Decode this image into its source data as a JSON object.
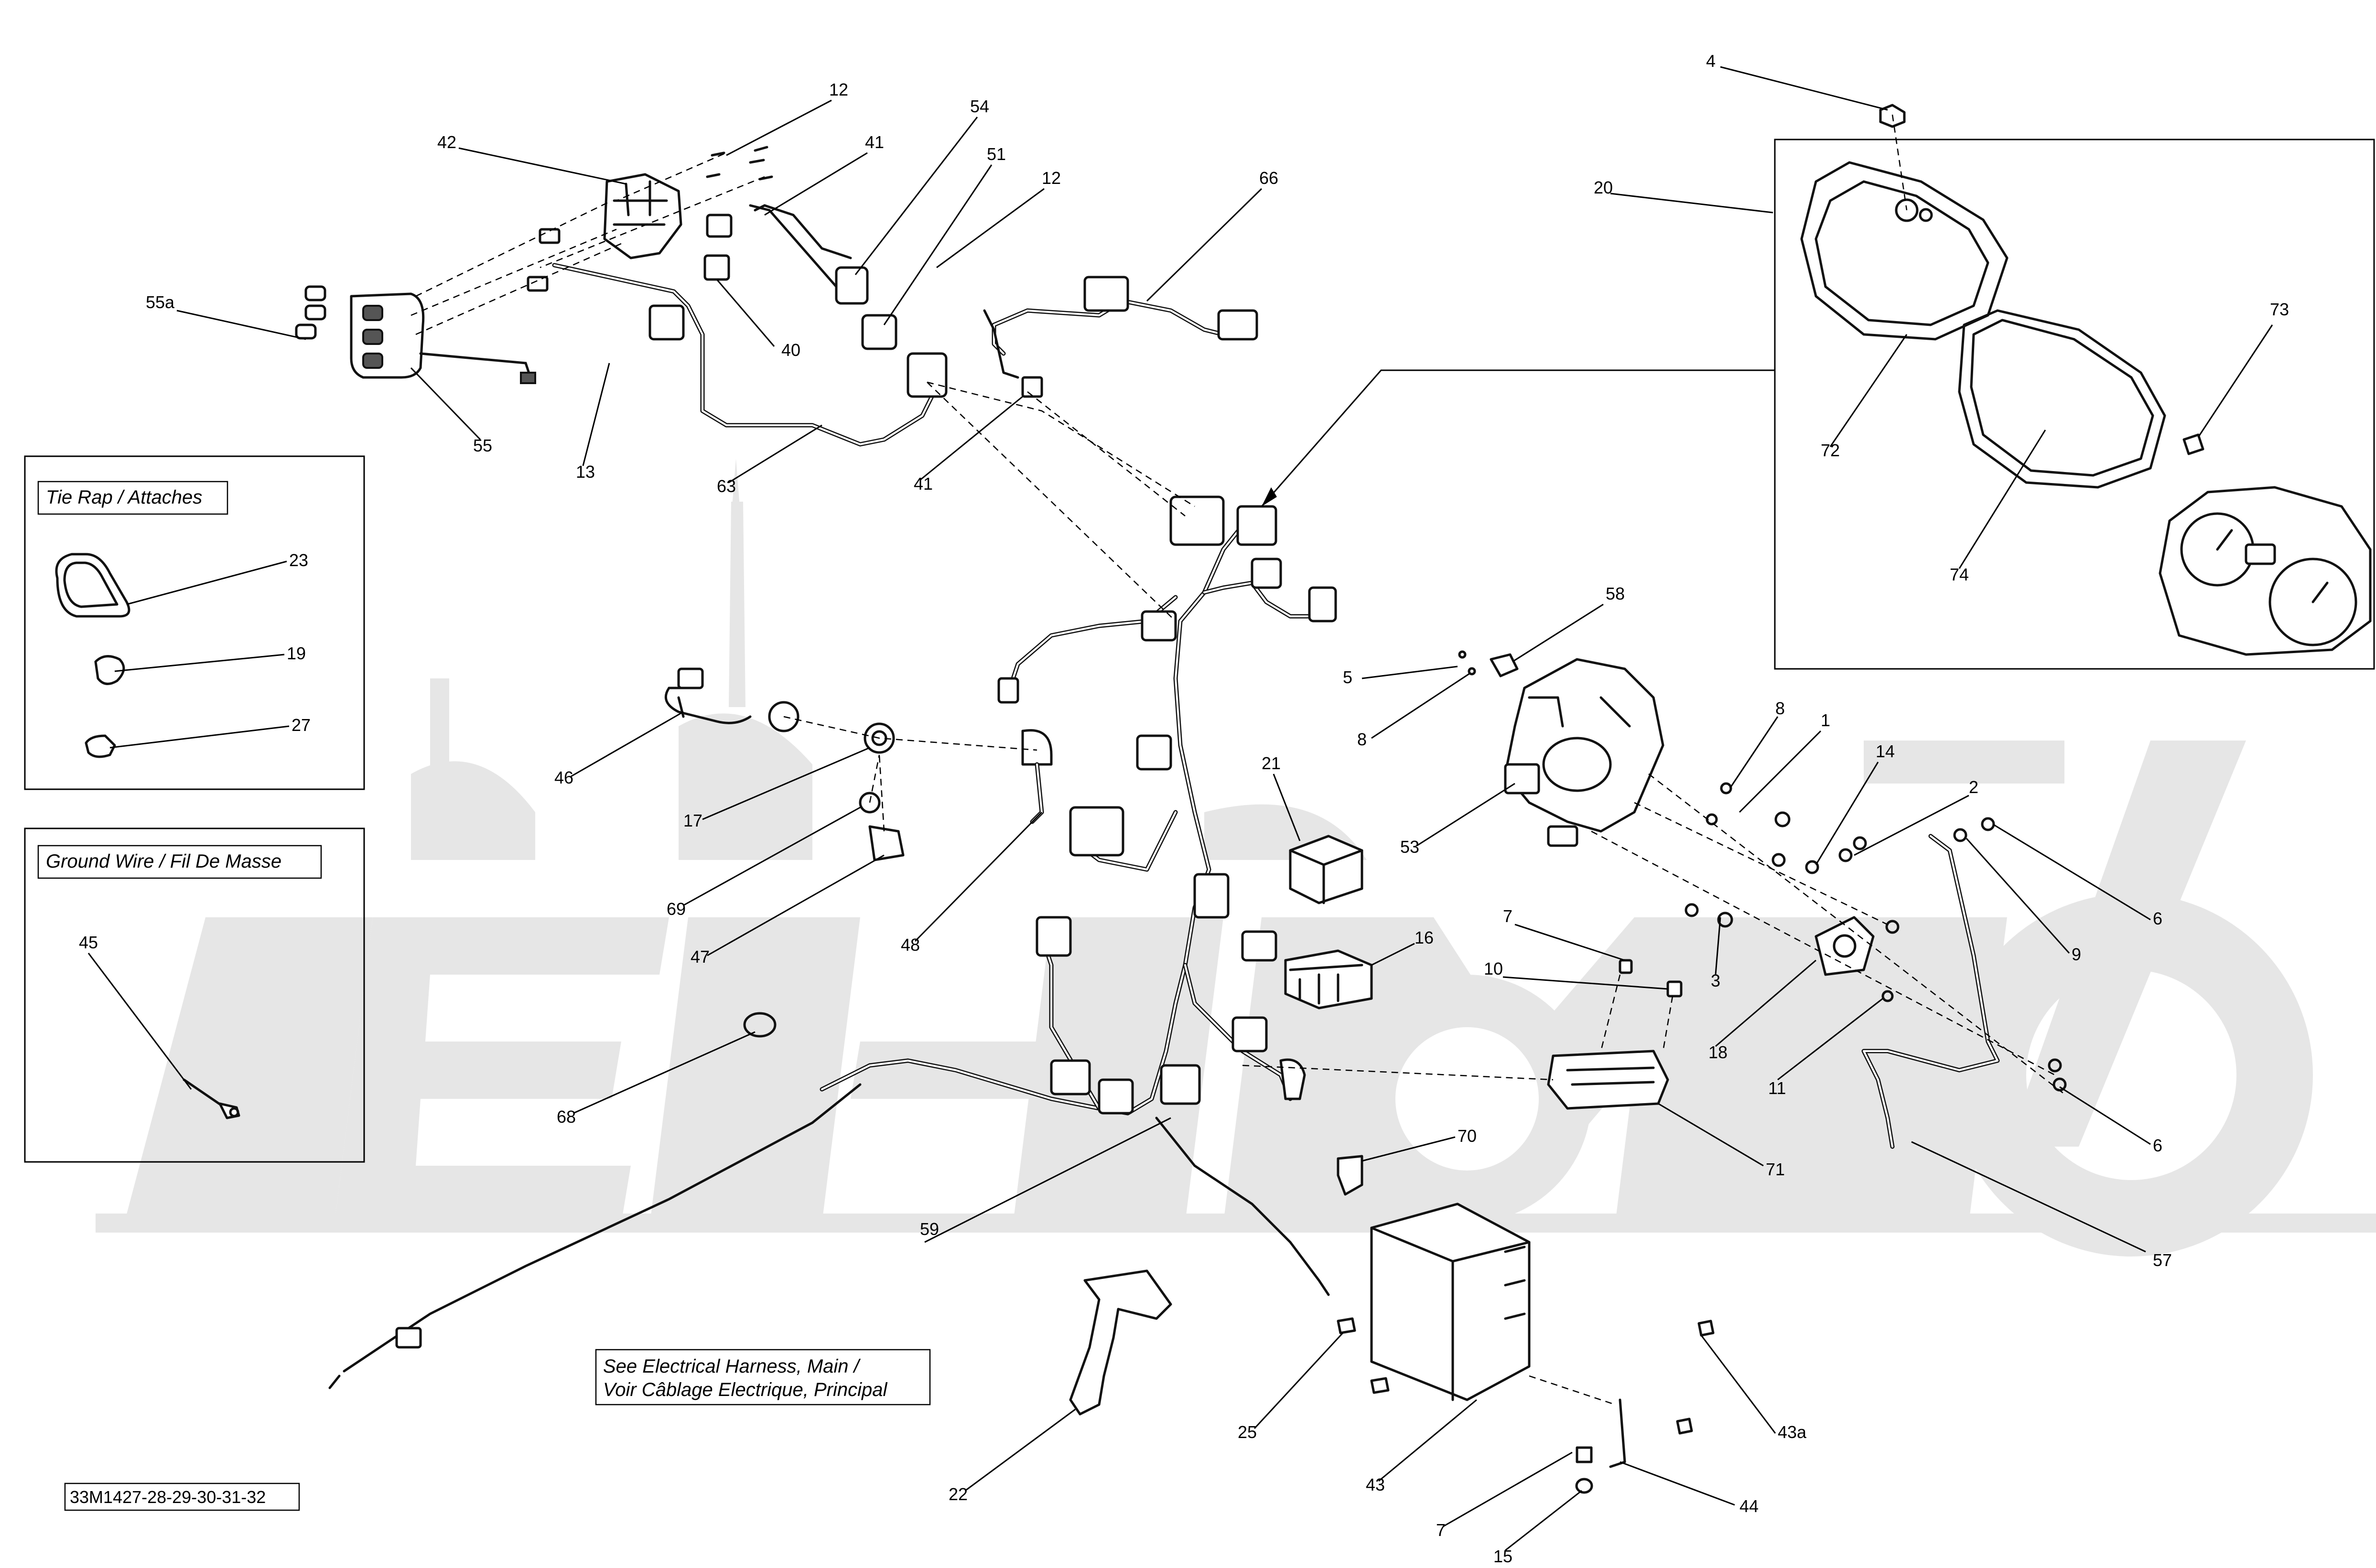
{
  "insets": {
    "tie_rap": {
      "title": "Tie Rap / Attaches"
    },
    "ground_wire": {
      "title": "Ground Wire / Fil De Masse"
    }
  },
  "note": {
    "line1": "See Electrical Harness, Main /",
    "line2": "Voir Câblage Electrique, Principal"
  },
  "reference": "33M1427-28-29-30-31-32",
  "callouts": [
    "1",
    "2",
    "3",
    "4",
    "5",
    "6",
    "6",
    "7",
    "7",
    "8",
    "8",
    "9",
    "10",
    "11",
    "12",
    "12",
    "13",
    "14",
    "15",
    "16",
    "17",
    "18",
    "19",
    "20",
    "21",
    "22",
    "23",
    "25",
    "27",
    "40",
    "41",
    "41",
    "42",
    "43",
    "43a",
    "44",
    "45",
    "46",
    "47",
    "48",
    "51",
    "53",
    "54",
    "55",
    "55a",
    "57",
    "58",
    "59",
    "63",
    "66",
    "68",
    "69",
    "70",
    "71",
    "72",
    "73",
    "74"
  ],
  "colors": {
    "line": "#000000",
    "watermark": "#e6e6e6",
    "background": "#ffffff"
  }
}
